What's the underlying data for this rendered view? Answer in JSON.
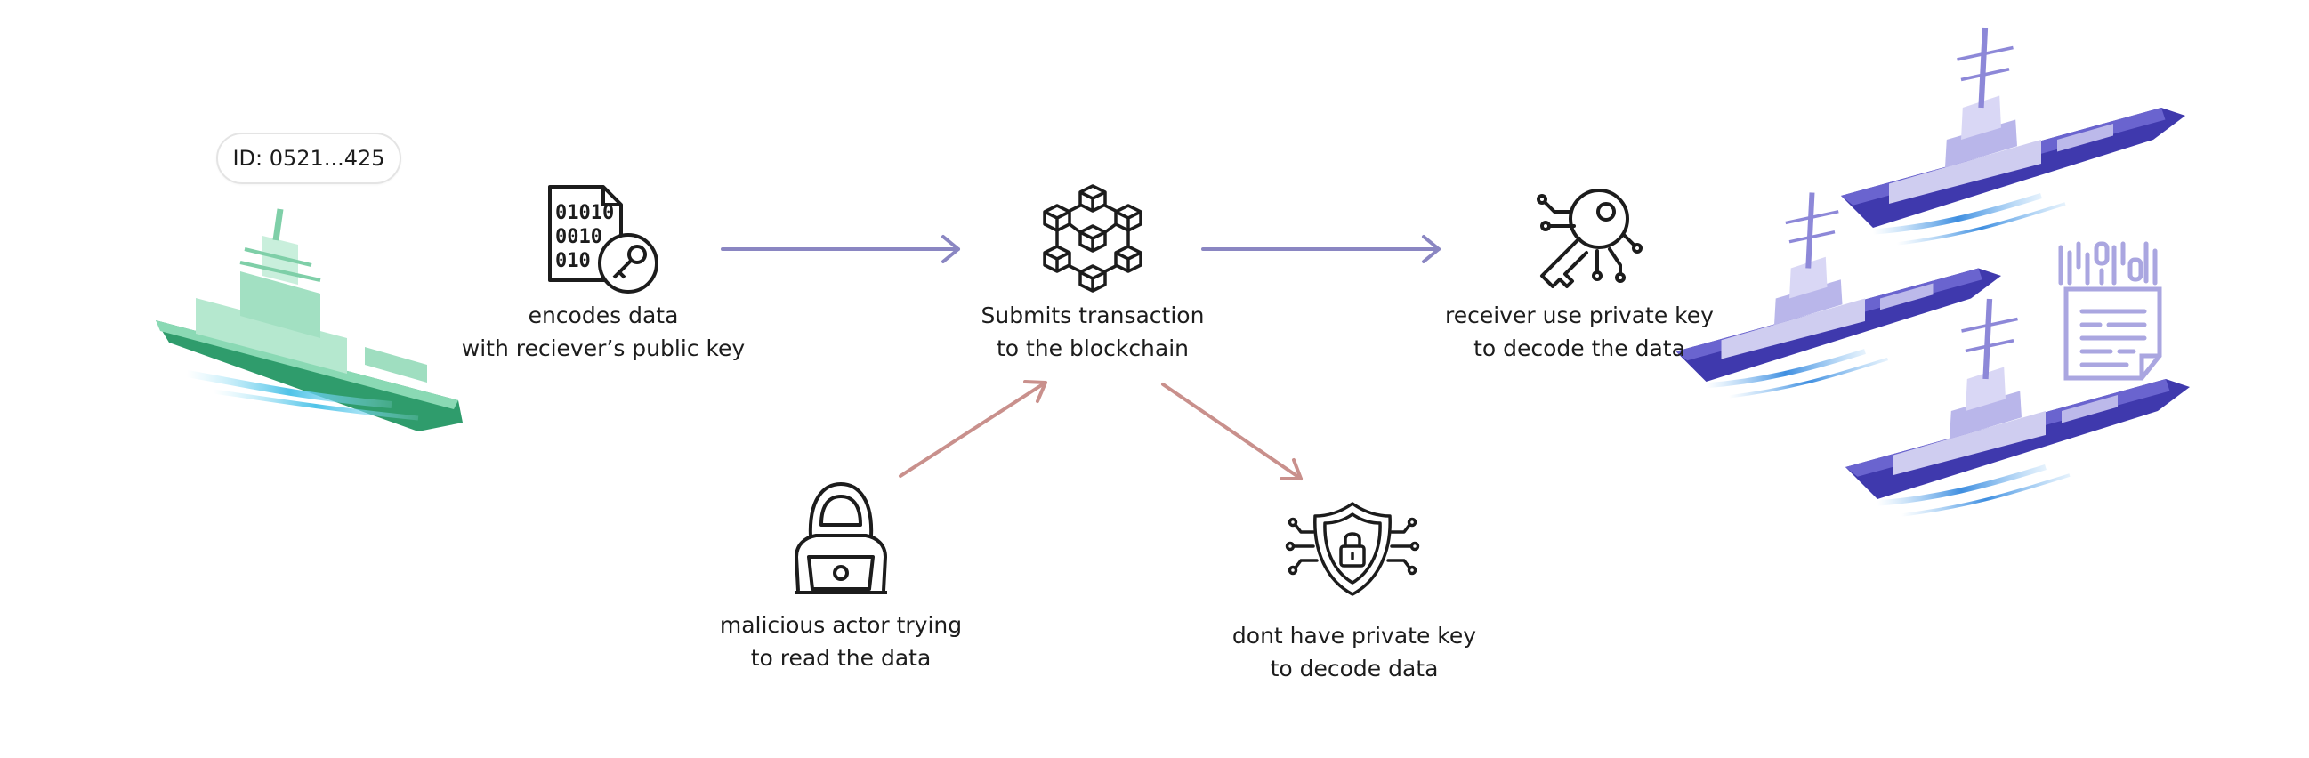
{
  "ship_id": "ID: 0521...425",
  "steps": {
    "encode": {
      "line1": "encodes data",
      "line2": "with reciever’s public key"
    },
    "submit": {
      "line1": "Submits transaction",
      "line2": "to the blockchain"
    },
    "receiver": {
      "line1": "receiver use private key",
      "line2": "to decode the data"
    },
    "attacker": {
      "line1": "malicious actor trying",
      "line2": "to read the data"
    },
    "blocked": {
      "line1": "dont have private key",
      "line2": "to decode data"
    }
  },
  "icons": {
    "encoded_file": "encoded-file-key-icon",
    "binary_text": "01010 0010 010",
    "blockchain": "blockchain-cubes-icon",
    "private_key": "digital-key-icon",
    "hacker": "hooded-hacker-laptop-icon",
    "shield_lock": "circuit-shield-lock-icon",
    "document": "decoded-document-icon"
  },
  "colors": {
    "flow_arrow": "#8a86c2",
    "threat_arrow": "#c9908c",
    "sender_ship": "#5fc89b",
    "receiver_ship": "#4a44b8",
    "water": "#4fc3e8",
    "text": "#1c1c1c"
  }
}
